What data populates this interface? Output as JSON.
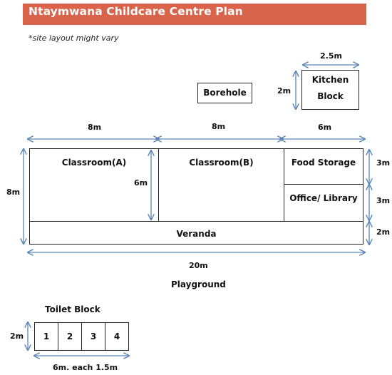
{
  "title": "Ntaymwana Childcare Centre Plan",
  "note": "*site layout might vary",
  "borehole": "Borehole",
  "kitchen": {
    "label_line1": "Kitchen",
    "label_line2": "Block",
    "width": "2.5m",
    "height": "2m"
  },
  "top_dims": {
    "a": "8m",
    "b": "8m",
    "c": "6m"
  },
  "rooms": {
    "classroom_a": "Classroom(A)",
    "classroom_b": "Classroom(B)",
    "food_storage": "Food Storage",
    "office_library": "Office/ Library",
    "veranda": "Veranda"
  },
  "side_dims": {
    "left_total": "8m",
    "classroom_height": "6m",
    "food": "3m",
    "office": "3m",
    "veranda": "2m"
  },
  "bottom_dim": "20m",
  "playground": "Playground",
  "toilet": {
    "title": "Toilet Block",
    "height": "2m",
    "stalls": [
      "1",
      "2",
      "3",
      "4"
    ],
    "width_note": "6m. each 1.5m"
  },
  "colors": {
    "banner": "#d9644c",
    "arrow": "#5b86b7"
  }
}
